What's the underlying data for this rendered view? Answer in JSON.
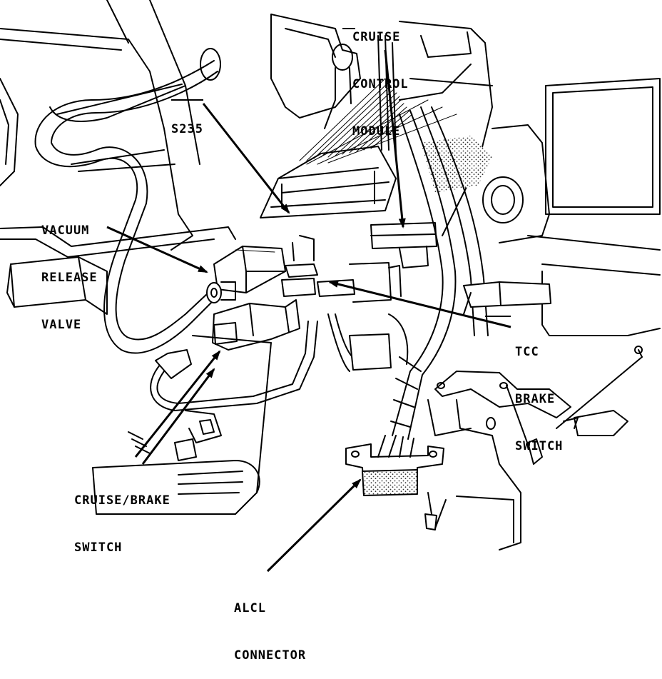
{
  "labels": {
    "cruise_control_module": [
      "CRUISE",
      "CONTROL",
      "MODULE"
    ],
    "s235": "S235",
    "vacuum_release_valve": [
      "VACUUM",
      "RELEASE",
      "VALVE"
    ],
    "tcc_brake_switch": [
      "TCC",
      "BRAKE",
      "SWITCH"
    ],
    "cruise_brake_switch": [
      "CRUISE/BRAKE",
      "SWITCH"
    ],
    "alcl_connector": [
      "ALCL",
      "CONNECTOR"
    ]
  },
  "colors": {
    "ink": "#000000",
    "paper": "#ffffff",
    "stipple": "#555555"
  }
}
